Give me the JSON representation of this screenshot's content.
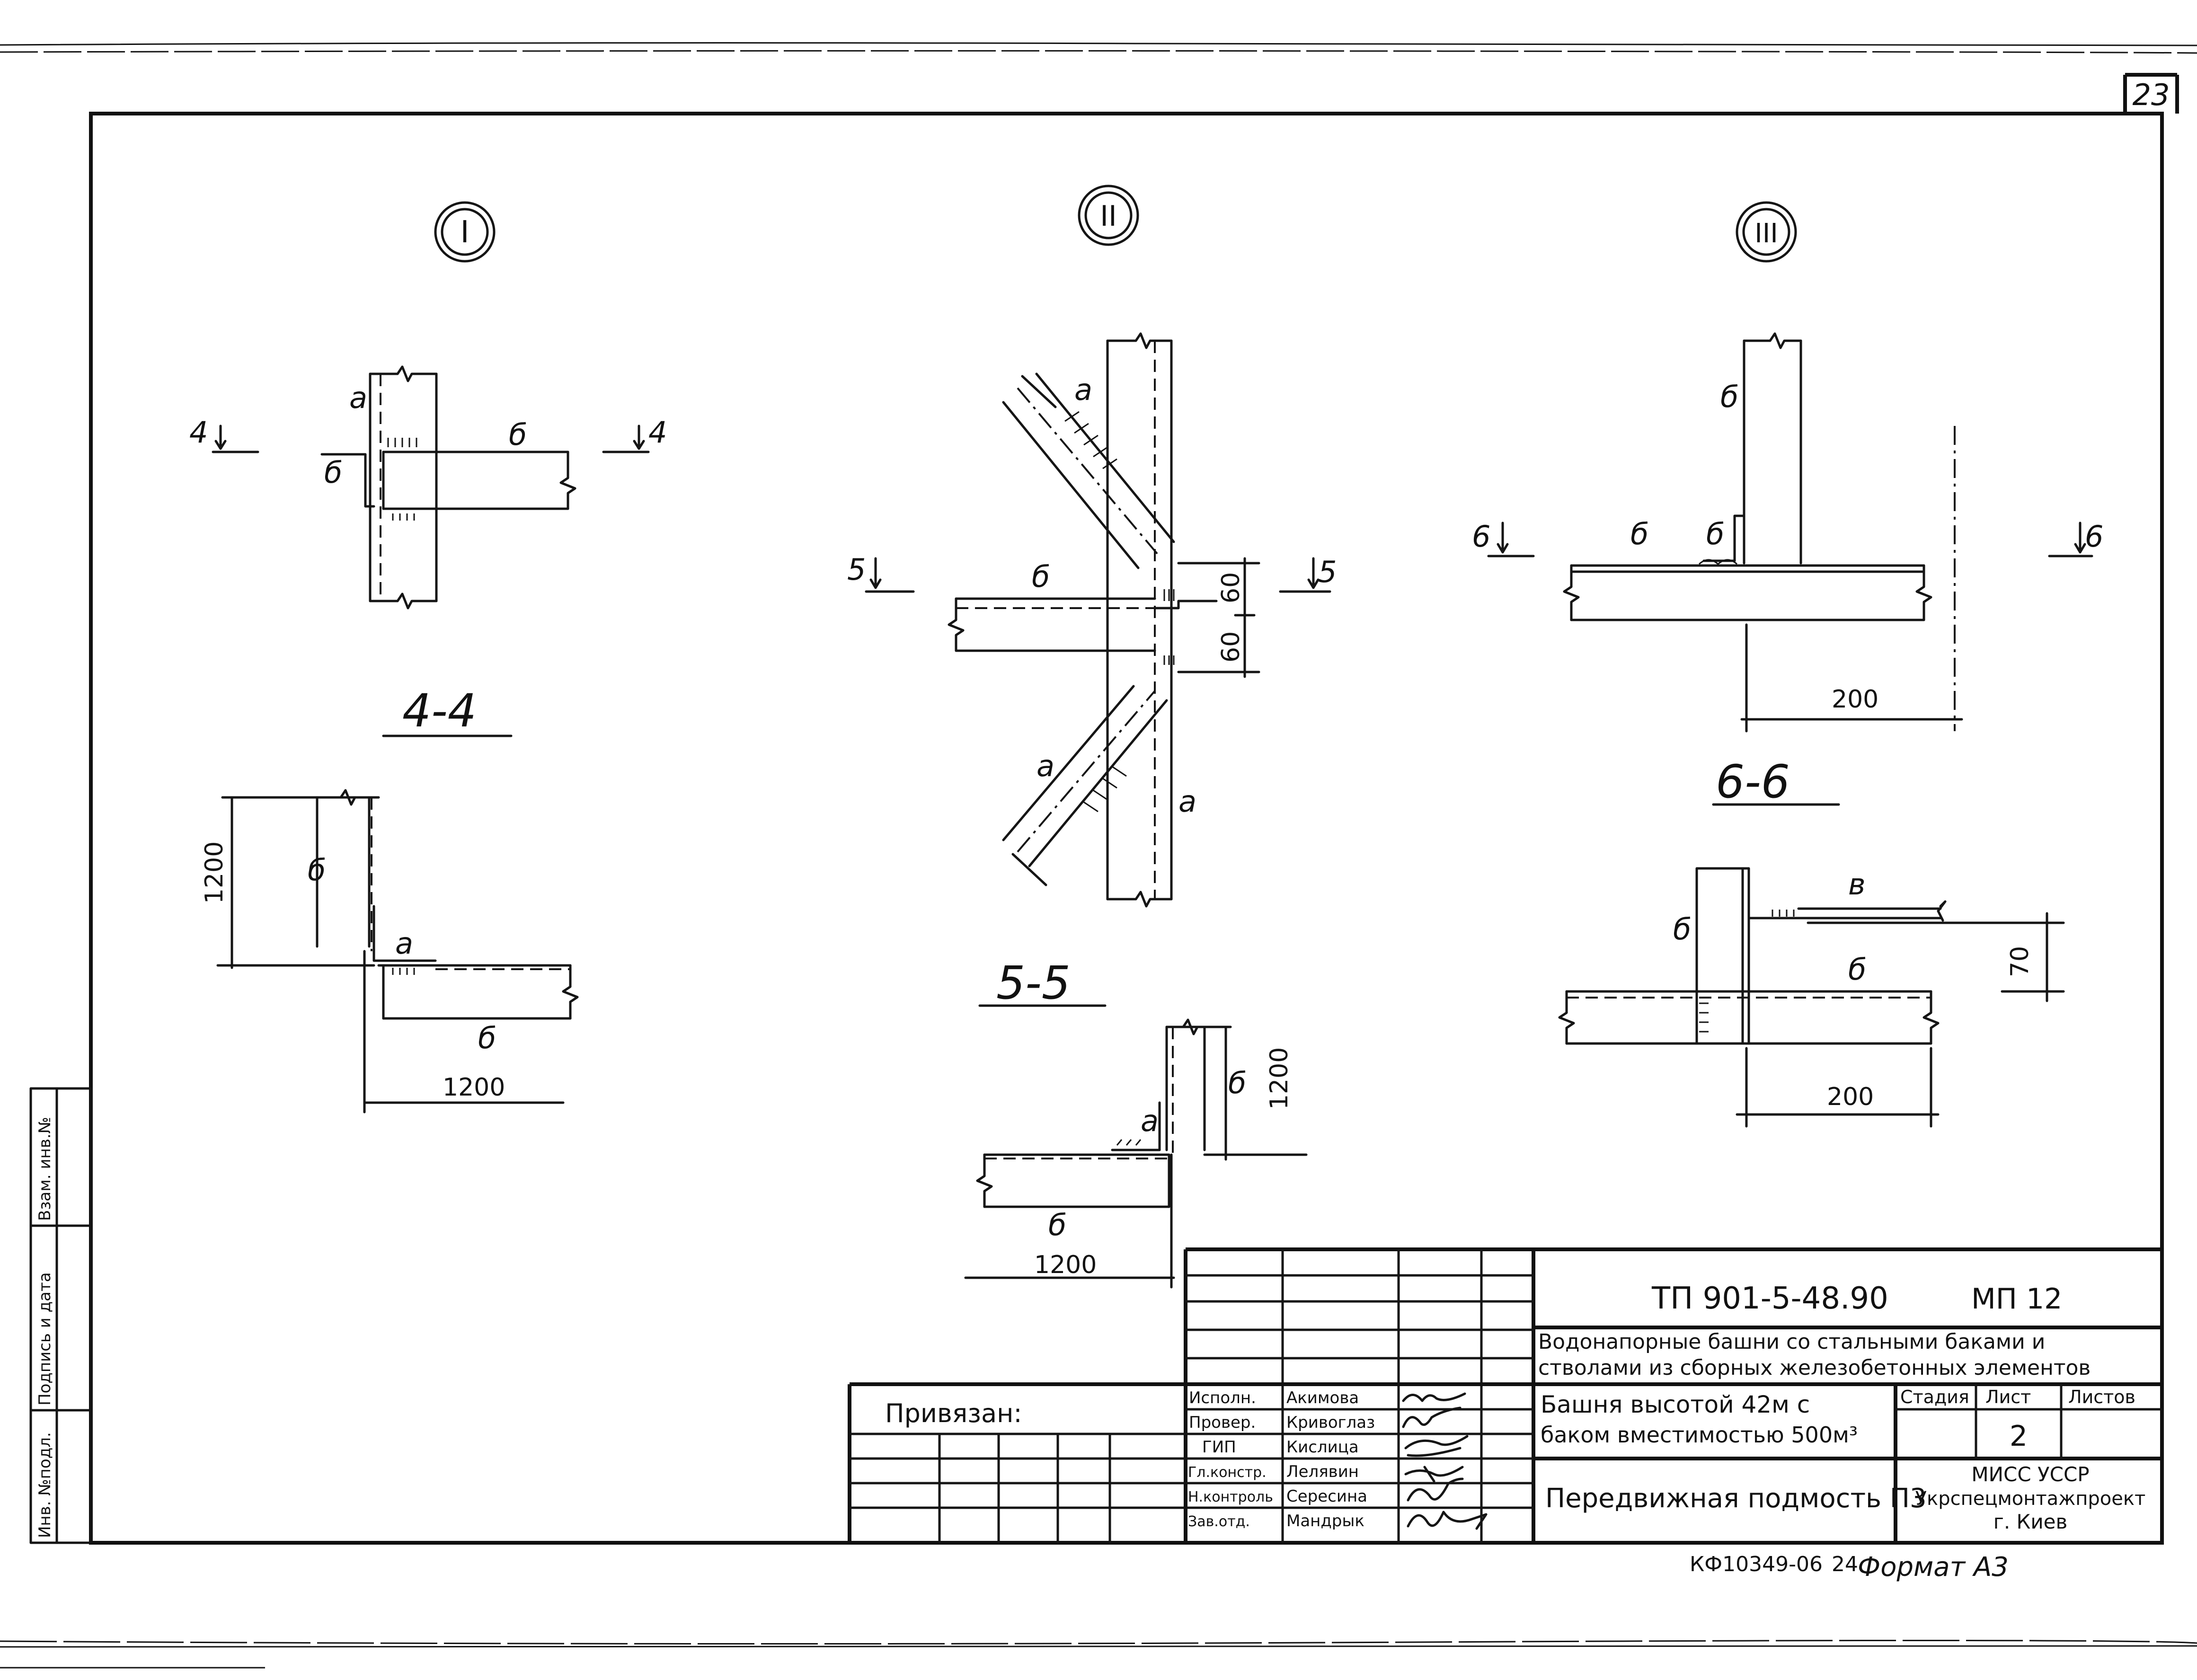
{
  "sheet_number": "23",
  "side_stamp": [
    "Инв. №подл.",
    "Подпись и дата",
    "Взам. инв.№"
  ],
  "details": {
    "I": {
      "mark": "I",
      "cut_left": "4",
      "cut_right": "4",
      "labels": [
        "а",
        "б",
        "б"
      ]
    },
    "II": {
      "mark": "II",
      "cut_left": "5",
      "cut_right": "5",
      "labels": [
        "а",
        "б",
        "а",
        "а"
      ],
      "dims": [
        "60",
        "60"
      ]
    },
    "III": {
      "mark": "III",
      "cut_left": "6",
      "cut_right": "6",
      "labels": [
        "б",
        "б",
        "б"
      ],
      "dims": [
        "200"
      ]
    }
  },
  "sections": {
    "s44": {
      "title": "4-4",
      "labels": [
        "б",
        "а",
        "б"
      ],
      "dims": [
        "1200",
        "1200"
      ]
    },
    "s55": {
      "title": "5-5",
      "labels": [
        "б",
        "а",
        "б"
      ],
      "dims": [
        "1200",
        "1200"
      ]
    },
    "s66": {
      "title": "6-6",
      "labels": [
        "в",
        "б",
        "б"
      ],
      "dims": [
        "70",
        "200"
      ]
    }
  },
  "title_block": {
    "code": "ТП 901-5-48.90",
    "album": "МП 12",
    "project_title_1": "Водонапорные башни со стальными баками и",
    "project_title_2": "стволами из сборных железобетонных элементов",
    "object_1": "Башня высотой 42м с",
    "object_2": "баком вместимостью 500м³",
    "stage_header": "Стадия",
    "sheet_header": "Лист",
    "sheets_header": "Листов",
    "sheet_value": "2",
    "drawing_name": "Передвижная подмость П3",
    "org_1": "МИСС УССР",
    "org_2": "Укрспецмонтажпроект",
    "org_3": "г. Киев",
    "tied": "Привязан:",
    "roles": [
      {
        "role": "Исполн.",
        "name": "Акимова"
      },
      {
        "role": "Провер.",
        "name": "Кривоглаз"
      },
      {
        "role": "ГИП",
        "name": "Кислица"
      },
      {
        "role": "Гл.констр.",
        "name": "Лелявин"
      },
      {
        "role": "Н.контроль",
        "name": "Сересина"
      },
      {
        "role": "Зав.отд.",
        "name": "Мандрык"
      }
    ]
  },
  "footer_code": "КФ10349-06",
  "footer_num": "24",
  "format_label": "Формат А3"
}
